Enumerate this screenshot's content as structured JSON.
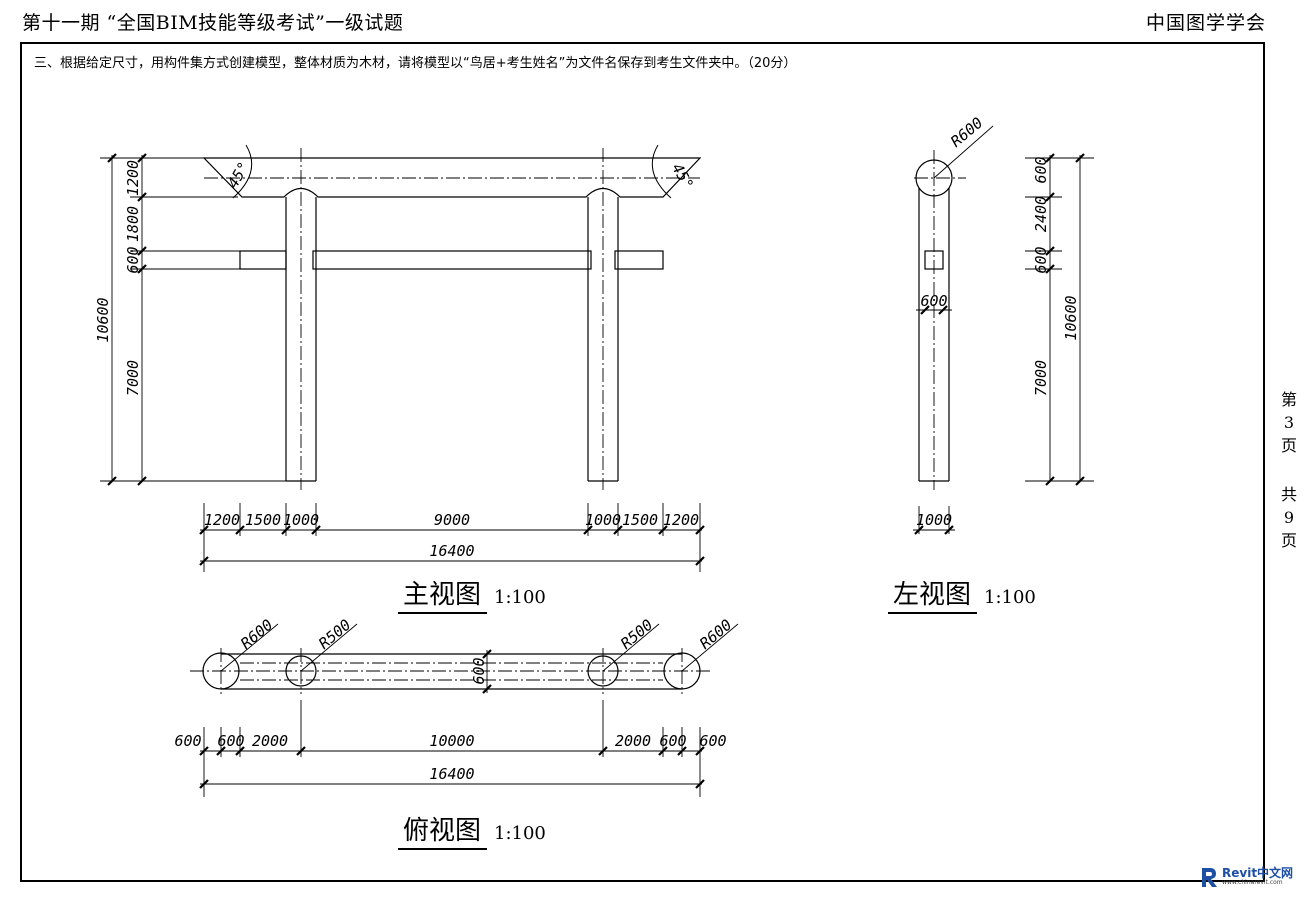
{
  "header": {
    "title": "第十一期 “全国BIM技能等级考试”一级试题",
    "org": "中国图学学会"
  },
  "question": "三、根据给定尺寸，用构件集方式创建模型，整体材质为木材，请将模型以“鸟居+考生姓名”为文件名保存到考生文件夹中。（20分）",
  "page_indicator": {
    "c1": "第",
    "c2": "3",
    "c3": "页",
    "c4": "共",
    "c5": "9",
    "c6": "页"
  },
  "front_view": {
    "title": "主视图",
    "scale": "1:100",
    "angle_left": "45°",
    "angle_right": "45°",
    "dims_left_inner": [
      "1200",
      "1800",
      "600",
      "7000"
    ],
    "dims_left_outer": "10600",
    "dims_bottom": [
      "1200",
      "1500",
      "1000",
      "9000",
      "1000",
      "1500",
      "1200"
    ],
    "dim_total": "16400"
  },
  "side_view": {
    "title": "左视图",
    "scale": "1:100",
    "radius": "R600",
    "width_block": "600",
    "width_bottom": "1000",
    "dims_right_inner": [
      "600",
      "2400",
      "600",
      "7000"
    ],
    "dims_right_outer": "10600"
  },
  "top_view": {
    "title": "俯视图",
    "scale": "1:100",
    "radii": [
      "R600",
      "R500",
      "R500",
      "R600"
    ],
    "beam_width": "600",
    "dims_bottom": [
      "600",
      "600",
      "2000",
      "10000",
      "2000",
      "600",
      "600"
    ],
    "dim_total": "16400"
  },
  "logo": {
    "brand": "Revit中文网",
    "url": "www.chinarevit.com",
    "color": "#1d4fa3"
  }
}
